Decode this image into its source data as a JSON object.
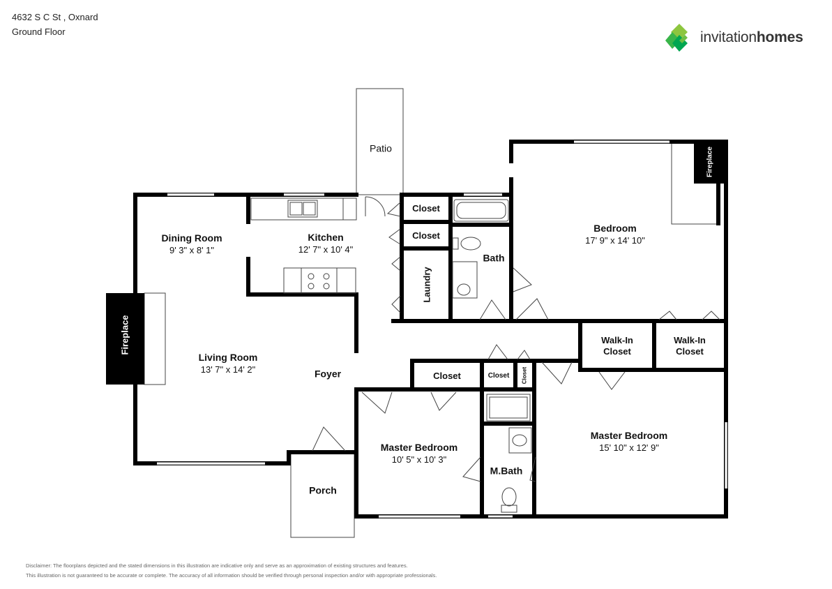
{
  "header": {
    "address": "4632 S C St , Oxnard",
    "floor": "Ground Floor"
  },
  "brand": {
    "name_light": "invitation",
    "name_bold": "homes",
    "colors": [
      "#8dc63f",
      "#39b54a",
      "#00a651"
    ]
  },
  "rooms": {
    "dining": {
      "name": "Dining Room",
      "dims": "9' 3\" x 8' 1\""
    },
    "kitchen": {
      "name": "Kitchen",
      "dims": "12' 7\" x 10' 4\""
    },
    "living": {
      "name": "Living Room",
      "dims": "13' 7\" x 14' 2\""
    },
    "foyer": {
      "name": "Foyer"
    },
    "patio": {
      "name": "Patio"
    },
    "porch": {
      "name": "Porch"
    },
    "closet1": {
      "name": "Closet"
    },
    "closet2": {
      "name": "Closet"
    },
    "laundry": {
      "name": "Laundry"
    },
    "bath": {
      "name": "Bath"
    },
    "bedroom": {
      "name": "Bedroom",
      "dims": "17' 9\" x 14' 10\""
    },
    "fireplace_left": {
      "name": "Fireplace"
    },
    "fireplace_right": {
      "name": "Fireplace"
    },
    "walkin1": {
      "name": "Walk-In\nCloset"
    },
    "walkin2": {
      "name": "Walk-In\nCloset"
    },
    "closet3": {
      "name": "Closet"
    },
    "closet4": {
      "name": "Closet"
    },
    "closet5": {
      "name": "Closet"
    },
    "master1": {
      "name": "Master Bedroom",
      "dims": "10' 5\" x 10' 3\""
    },
    "mbath": {
      "name": "M.Bath"
    },
    "master2": {
      "name": "Master Bedroom",
      "dims": "15' 10\" x 12' 9\""
    }
  },
  "disclaimer": {
    "line1": "Disclaimer: The floorplans depicted and the stated dimensions in this illustration are indicative only and serve as an approximation of existing structures and features.",
    "line2": "This illustration is not guaranteed to be accurate or complete. The accuracy of all information should be verified through personal inspection and/or with appropriate professionals."
  }
}
